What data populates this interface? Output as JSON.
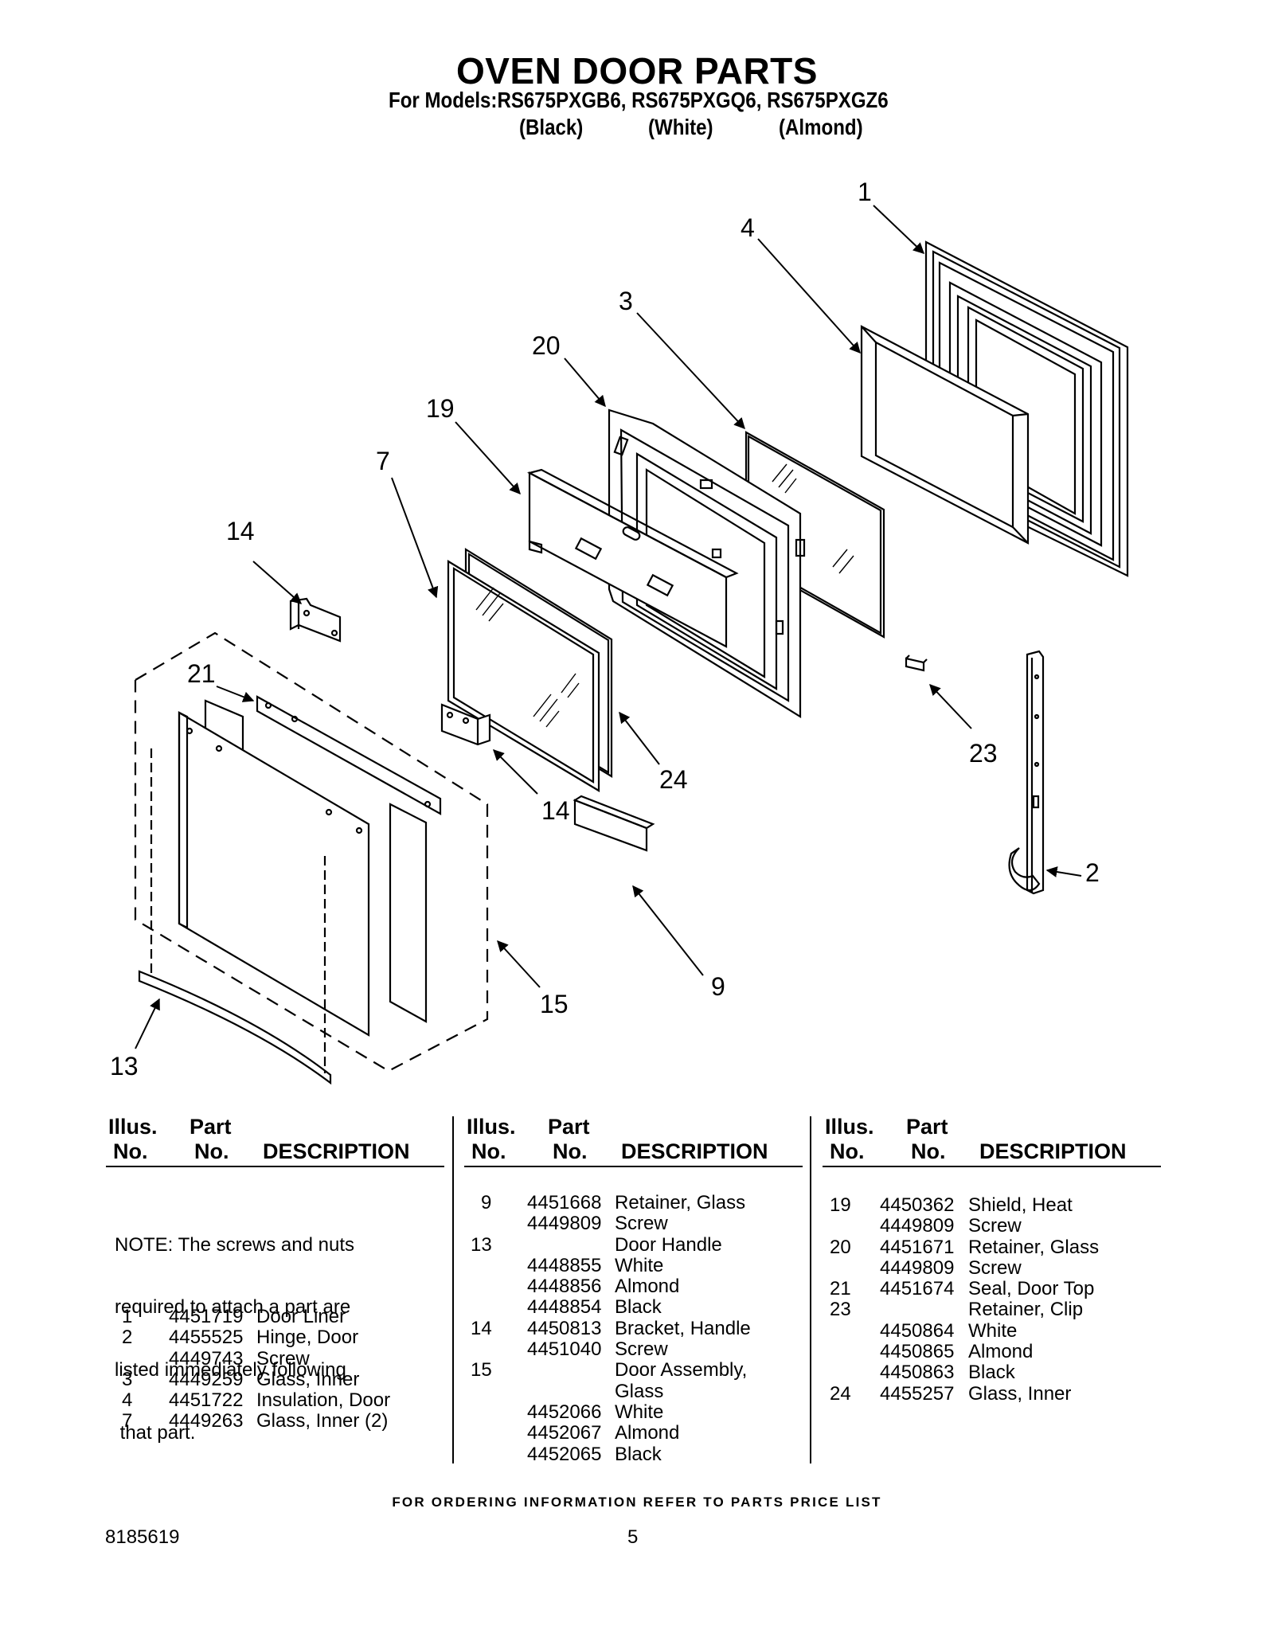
{
  "header": {
    "title": "OVEN DOOR PARTS",
    "models_line": "For Models:RS675PXGB6, RS675PXGQ6, RS675PXGZ6",
    "color_black": "(Black)",
    "color_white": "(White)",
    "color_almond": "(Almond)"
  },
  "diagram": {
    "callouts": [
      "1",
      "4",
      "3",
      "20",
      "19",
      "7",
      "14",
      "21",
      "24",
      "14",
      "23",
      "2",
      "9",
      "15",
      "13"
    ]
  },
  "table": {
    "headers": {
      "illus_top": "Illus.",
      "illus_bottom": "No.",
      "part_top": "Part",
      "part_bottom": "No.",
      "description": "DESCRIPTION"
    },
    "note_lines": [
      "NOTE: The screws and nuts",
      "required to attach a part are",
      "listed immediately following",
      " that part."
    ],
    "column1": [
      {
        "illus": "1",
        "part": "4451719",
        "desc": "Door Liner"
      },
      {
        "illus": "2",
        "part": "4455525",
        "desc": "Hinge, Door"
      },
      {
        "illus": "",
        "part": "4449743",
        "desc": "Screw"
      },
      {
        "illus": "3",
        "part": "4449259",
        "desc": "Glass, Inner"
      },
      {
        "illus": "4",
        "part": "4451722",
        "desc": "Insulation, Door"
      },
      {
        "illus": "7",
        "part": "4449263",
        "desc": "Glass, Inner (2)"
      }
    ],
    "column2": [
      {
        "illus": "9",
        "part": "4451668",
        "desc": "Retainer, Glass"
      },
      {
        "illus": "",
        "part": "4449809",
        "desc": "Screw"
      },
      {
        "illus": "13",
        "part": "",
        "desc": "Door Handle"
      },
      {
        "illus": "",
        "part": "4448855",
        "desc": "White"
      },
      {
        "illus": "",
        "part": "4448856",
        "desc": "Almond"
      },
      {
        "illus": "",
        "part": "4448854",
        "desc": "Black"
      },
      {
        "illus": "14",
        "part": "4450813",
        "desc": "Bracket, Handle"
      },
      {
        "illus": "",
        "part": "4451040",
        "desc": "Screw"
      },
      {
        "illus": "15",
        "part": "",
        "desc": "Door Assembly,"
      },
      {
        "illus": "",
        "part": "",
        "desc": "Glass"
      },
      {
        "illus": "",
        "part": "4452066",
        "desc": "White"
      },
      {
        "illus": "",
        "part": "4452067",
        "desc": "Almond"
      },
      {
        "illus": "",
        "part": "4452065",
        "desc": "Black"
      }
    ],
    "column3": [
      {
        "illus": "19",
        "part": "4450362",
        "desc": "Shield, Heat"
      },
      {
        "illus": "",
        "part": "4449809",
        "desc": "Screw"
      },
      {
        "illus": "20",
        "part": "4451671",
        "desc": "Retainer, Glass"
      },
      {
        "illus": "",
        "part": "4449809",
        "desc": "Screw"
      },
      {
        "illus": "21",
        "part": "4451674",
        "desc": "Seal, Door Top"
      },
      {
        "illus": "23",
        "part": "",
        "desc": "Retainer, Clip"
      },
      {
        "illus": "",
        "part": "4450864",
        "desc": "White"
      },
      {
        "illus": "",
        "part": "4450865",
        "desc": "Almond"
      },
      {
        "illus": "",
        "part": "4450863",
        "desc": "Black"
      },
      {
        "illus": "24",
        "part": "4455257",
        "desc": "Glass, Inner"
      }
    ]
  },
  "footer": {
    "ordering_note": "FOR ORDERING INFORMATION REFER TO PARTS PRICE LIST",
    "doc_number": "8185619",
    "page_number": "5"
  }
}
